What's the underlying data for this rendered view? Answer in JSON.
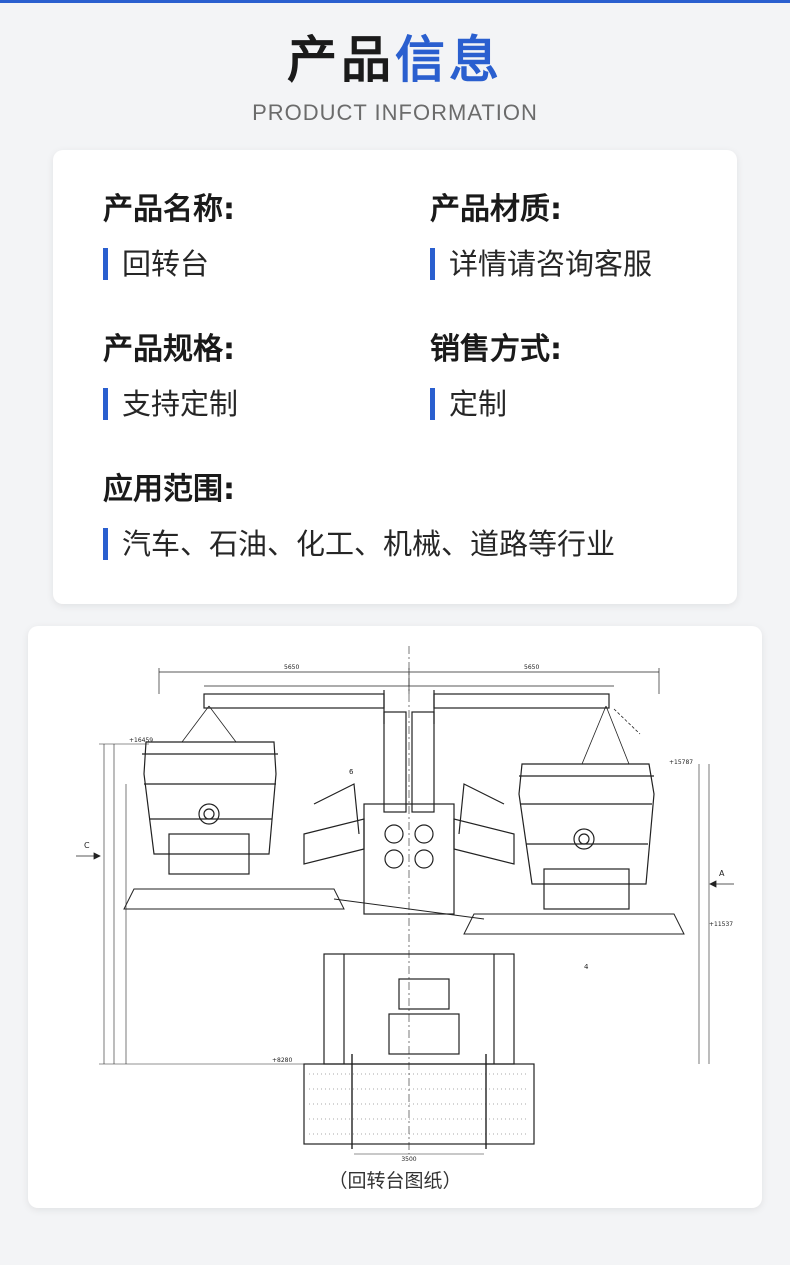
{
  "header": {
    "title_main": "产品",
    "title_accent": "信息",
    "subtitle": "PRODUCT INFORMATION"
  },
  "info": {
    "name_label": "产品名称:",
    "name_value": "回转台",
    "material_label": "产品材质:",
    "material_value": "详情请咨询客服",
    "spec_label": "产品规格:",
    "spec_value": "支持定制",
    "sales_label": "销售方式:",
    "sales_value": "定制",
    "scope_label": "应用范围:",
    "scope_value": "汽车、石油、化工、机械、道路等行业"
  },
  "drawing": {
    "caption_open": "（",
    "caption": "回转台图纸",
    "caption_close": "）",
    "label_c": "C",
    "label_a": "A",
    "label_6": "6",
    "label_4": "4",
    "elev_left_top": "+16459",
    "elev_right_top": "+15787",
    "elev_right_mid": "+11537",
    "elev_bottom": "+8280",
    "dim_top_left": "5650",
    "dim_top_right": "5650",
    "dim_bottom": "3500"
  },
  "colors": {
    "accent": "#2a5fcf",
    "text": "#1a1a1a",
    "subtitle": "#6b6b6b",
    "background": "#f3f4f6",
    "card": "#ffffff"
  }
}
